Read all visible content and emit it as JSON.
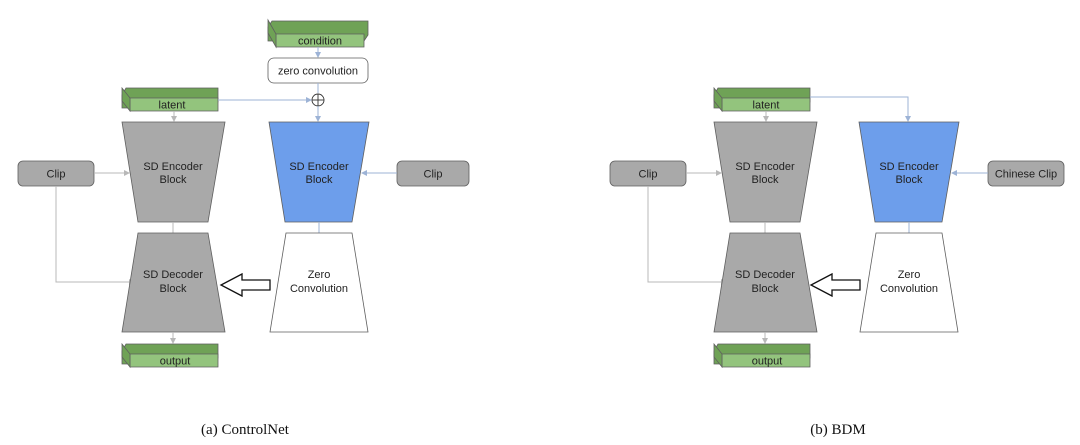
{
  "diagrams": [
    {
      "caption": "(a) ControlNet",
      "condition": "condition",
      "zero_conv_box": "zero convolution",
      "latent": "latent",
      "output": "output",
      "clip_left": "Clip",
      "clip_right": "Clip",
      "sd_encoder": [
        "SD Encoder",
        "Block"
      ],
      "sd_encoder_trainable": [
        "SD Encoder",
        "Block"
      ],
      "sd_decoder": [
        "SD Decoder",
        "Block"
      ],
      "zero_conv": [
        "Zero",
        "Convolution"
      ]
    },
    {
      "caption": "(b) BDM",
      "latent": "latent",
      "output": "output",
      "clip_left": "Clip",
      "clip_right": "Chinese Clip",
      "sd_encoder": [
        "SD Encoder",
        "Block"
      ],
      "sd_encoder_trainable": [
        "SD Encoder",
        "Block"
      ],
      "sd_decoder": [
        "SD Decoder",
        "Block"
      ],
      "zero_conv": [
        "Zero",
        "Convolution"
      ]
    }
  ],
  "colors": {
    "green": "#93c47d",
    "green_dark": "#6fa256",
    "gray": "#a9a9a9",
    "blue": "#6d9eeb",
    "white": "#ffffff",
    "edge": "#5f5f5f"
  }
}
